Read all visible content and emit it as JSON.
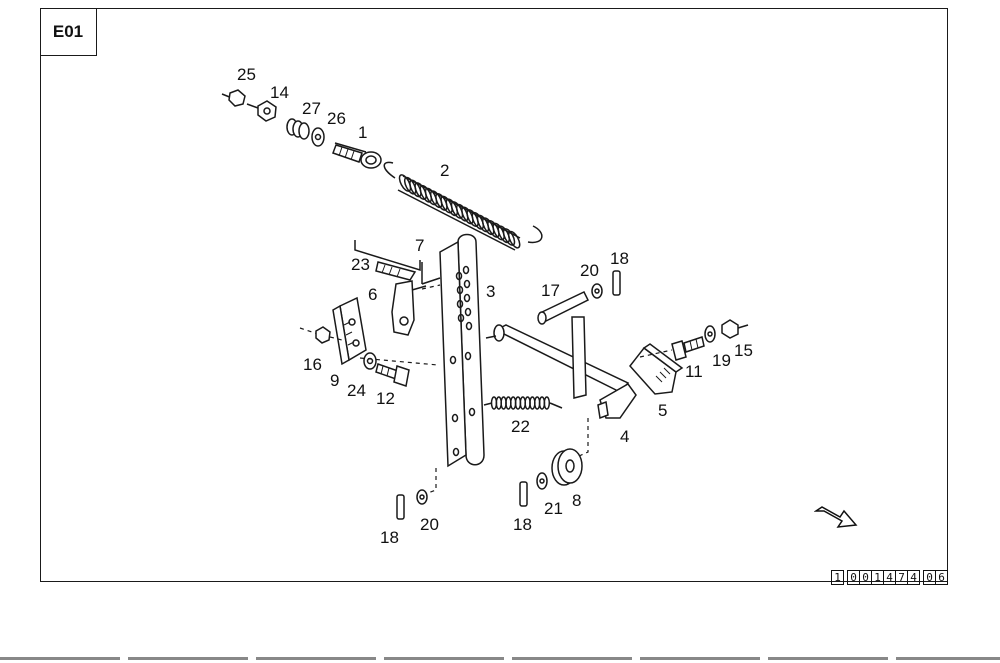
{
  "section_tag": "E01",
  "doc_number": [
    "1",
    "0",
    "0",
    "1",
    "4",
    "7",
    "4",
    "0",
    "6"
  ],
  "callouts": {
    "c1": "1",
    "c2": "2",
    "c3": "3",
    "c4": "4",
    "c5": "5",
    "c6": "6",
    "c7": "7",
    "c8": "8",
    "c9": "9",
    "c11": "11",
    "c12": "12",
    "c14": "14",
    "c15": "15",
    "c16": "16",
    "c17": "17",
    "c18a": "18",
    "c18b": "18",
    "c18c": "18",
    "c19": "19",
    "c20a": "20",
    "c20b": "20",
    "c21": "21",
    "c22": "22",
    "c23": "23",
    "c24": "24",
    "c25": "25",
    "c26": "26",
    "c27": "27"
  },
  "icons": {
    "direction": "hollow-arrow-right-down"
  }
}
